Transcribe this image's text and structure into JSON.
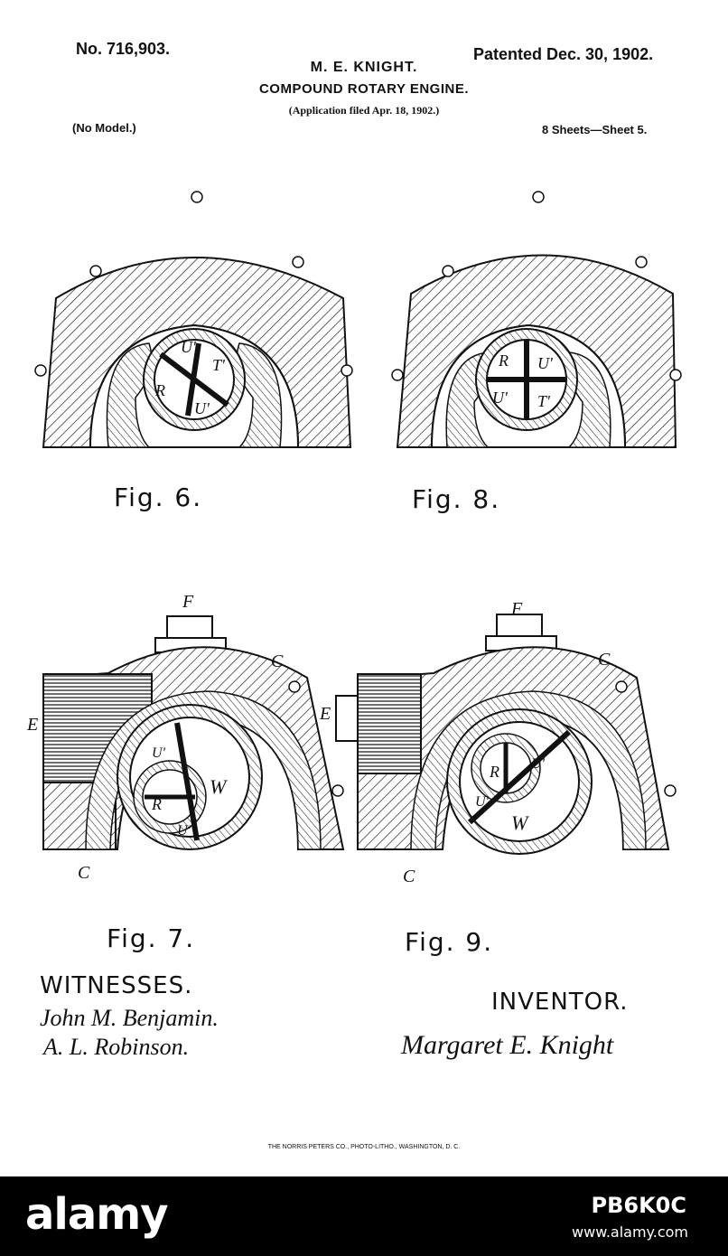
{
  "header": {
    "patent_no": "No. 716,903.",
    "patent_date": "Patented Dec. 30, 1902.",
    "inventor_name": "M. E. KNIGHT.",
    "title": "COMPOUND ROTARY ENGINE.",
    "application": "(Application filed Apr. 18, 1902.)",
    "model": "(No Model.)",
    "sheets": "8 Sheets—Sheet 5."
  },
  "figures": {
    "fig6": {
      "caption": "Fig. 6.",
      "labels": [
        "U'",
        "T'",
        "R",
        "U'"
      ]
    },
    "fig8": {
      "caption": "Fig. 8.",
      "labels": [
        "R",
        "U'",
        "U'",
        "T'"
      ]
    },
    "fig7": {
      "caption": "Fig. 7.",
      "labels": [
        "F",
        "C",
        "E",
        "U'",
        "W",
        "R",
        "U'",
        "C"
      ]
    },
    "fig9": {
      "caption": "Fig. 9.",
      "labels": [
        "F",
        "C",
        "E",
        "R",
        "U'",
        "U'",
        "W",
        "C"
      ]
    }
  },
  "witnesses": {
    "heading": "WITNESSES.",
    "names": [
      "John M. Benjamin.",
      "A. L. Robinson."
    ]
  },
  "inventor": {
    "heading": "INVENTOR.",
    "signature": "Margaret E. Knight"
  },
  "printer": "THE NORRIS PETERS CO., PHOTO-LITHO., WASHINGTON, D. C.",
  "watermark": {
    "brand": "alamy",
    "stock_id": "PB6K0C",
    "site": "www.alamy.com"
  }
}
